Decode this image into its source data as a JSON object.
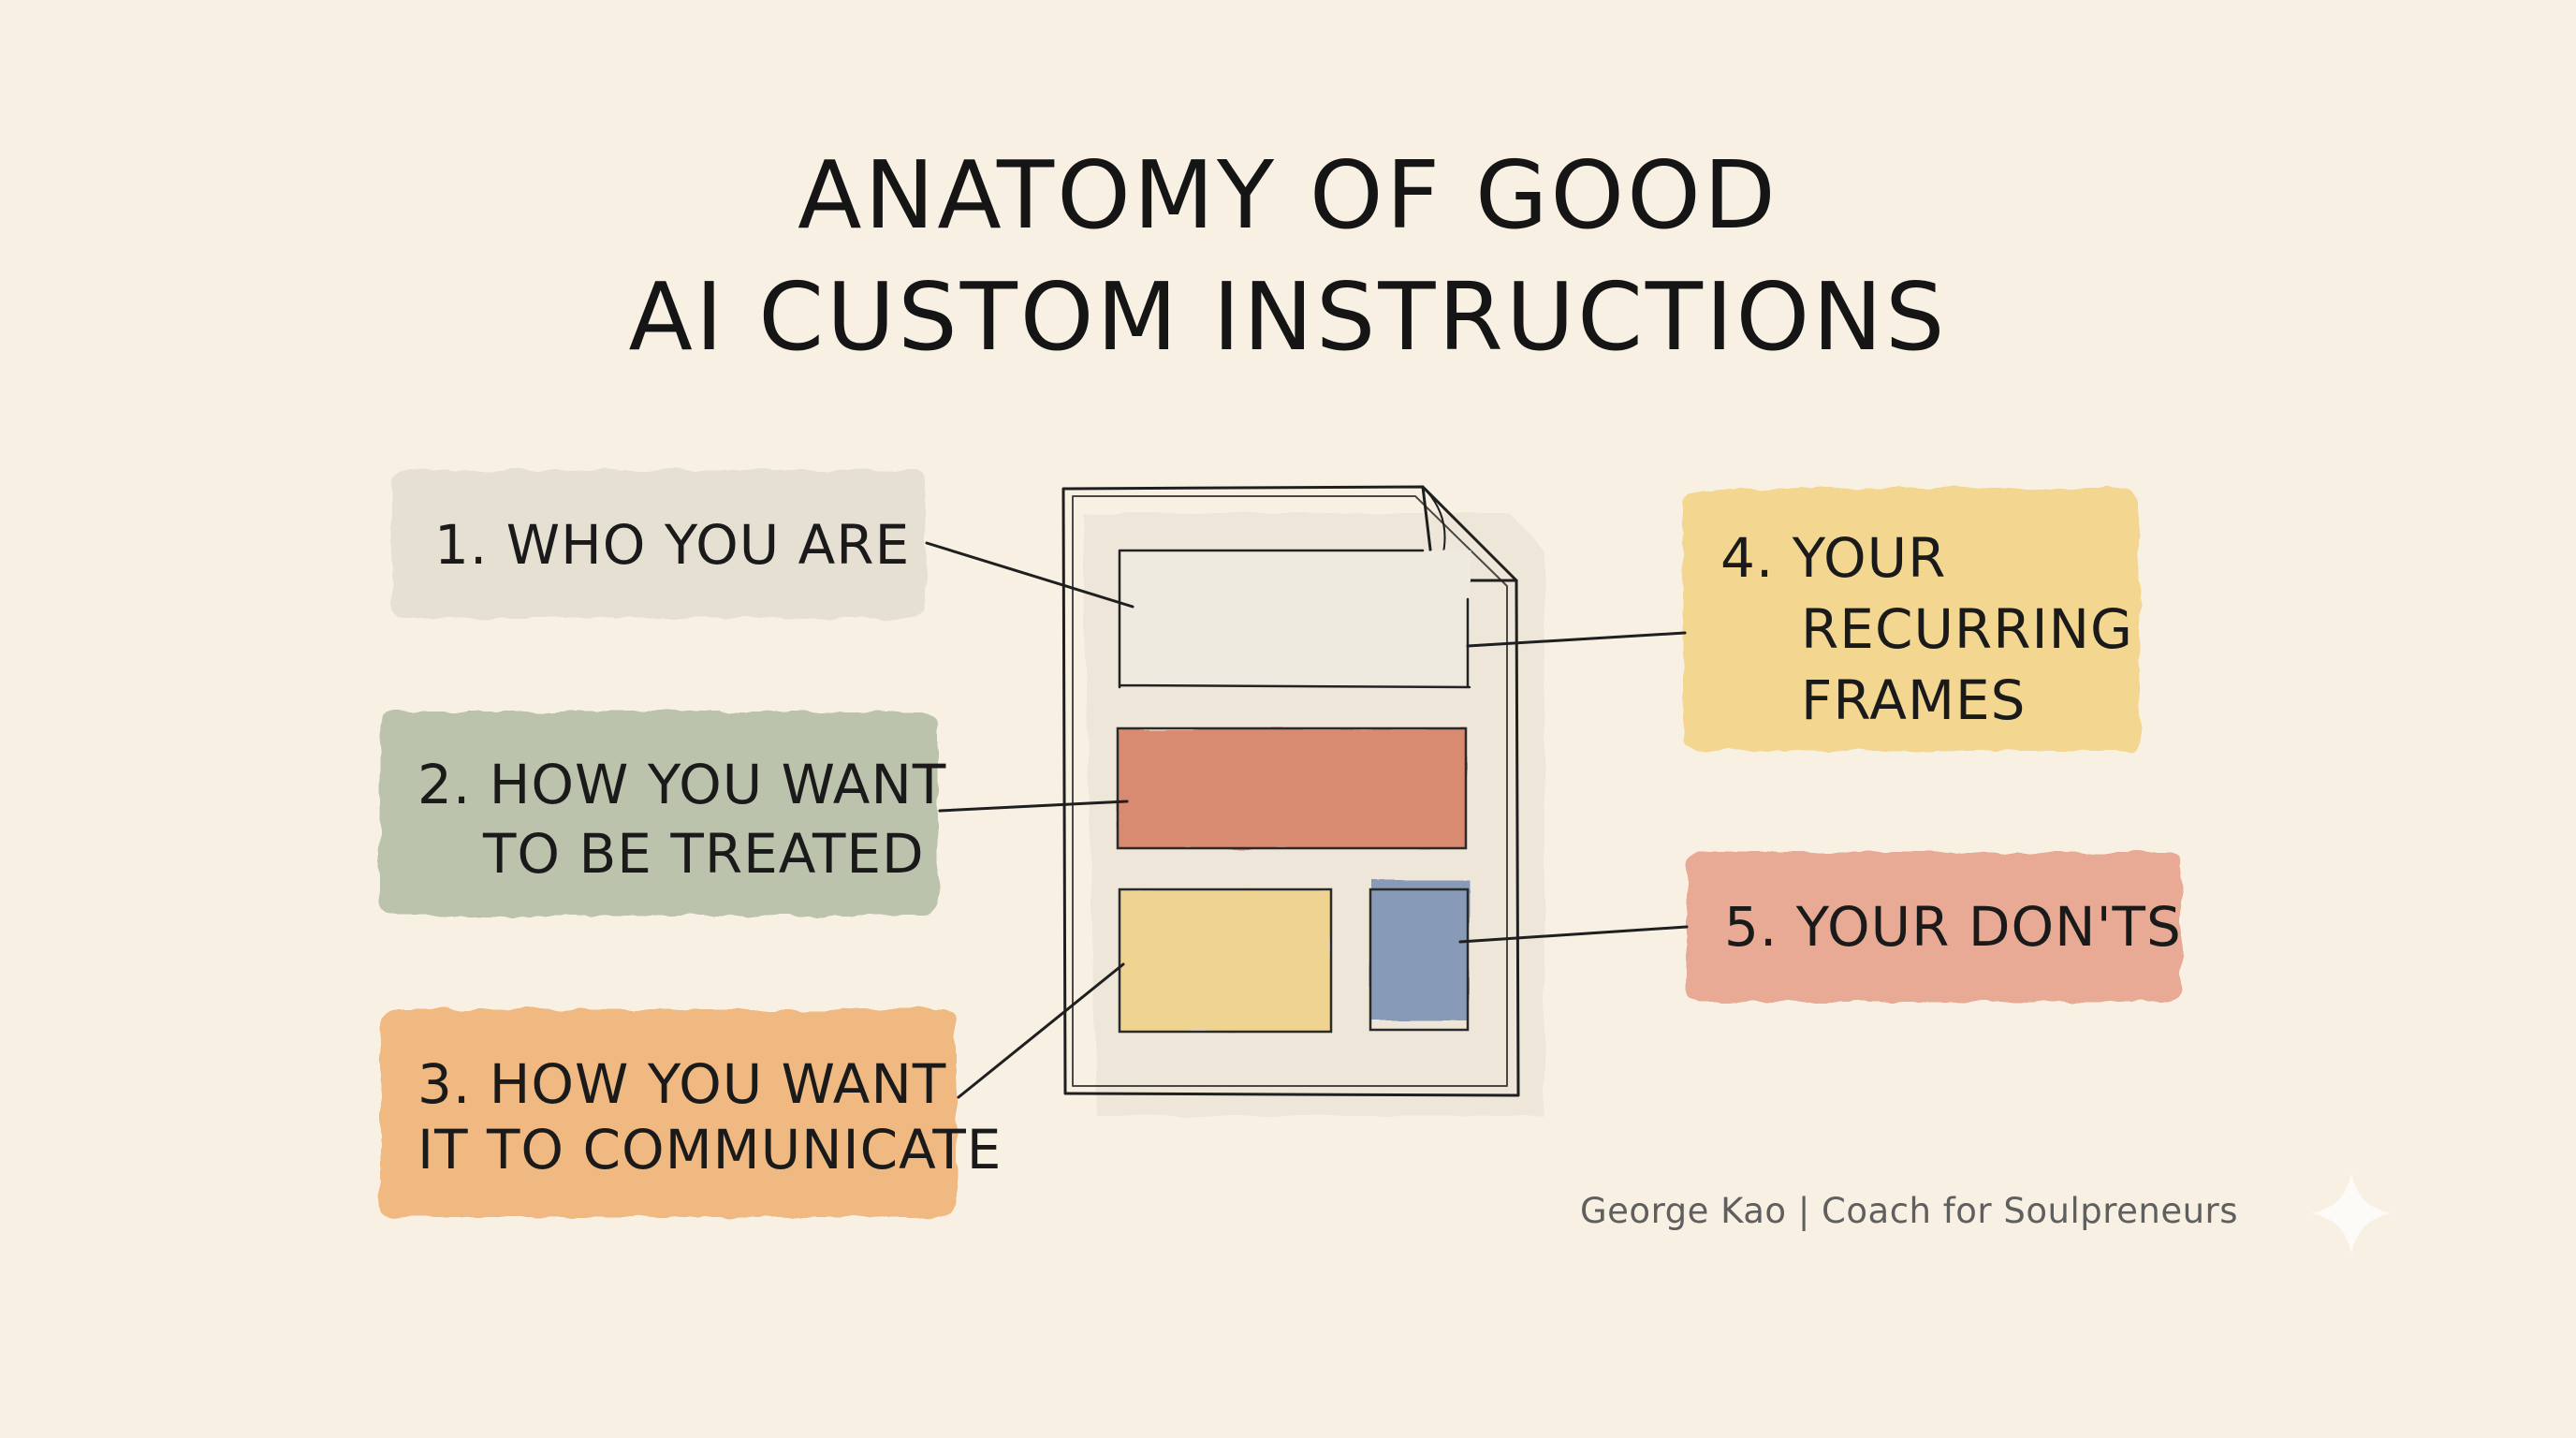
{
  "title": {
    "line1": "ANATOMY OF GOOD",
    "line2": "AI CUSTOM INSTRUCTIONS"
  },
  "labels": [
    {
      "id": 1,
      "line1": "1. WHO YOU ARE",
      "line2": "",
      "color": "#e6e0d3"
    },
    {
      "id": 2,
      "line1": "2. HOW YOU WANT",
      "line2": "TO BE TREATED",
      "color": "#b6bfa8"
    },
    {
      "id": 3,
      "line1": "3. HOW YOU WANT",
      "line2": "IT TO COMMUNICATE",
      "color": "#efb377"
    },
    {
      "id": 4,
      "line1": "4. YOUR",
      "line2": "RECURRING",
      "line3": "FRAMES",
      "color": "#f3d58a"
    },
    {
      "id": 5,
      "line1": "5. YOUR DON'TS",
      "line2": "",
      "color": "#e7a58e"
    }
  ],
  "document": {
    "sections": {
      "header": "#eeeae0",
      "middle": "#d8846a",
      "bottom_left": "#f0d48e",
      "bottom_right": "#7f94b5"
    }
  },
  "credit": "George Kao | Coach for Soulpreneurs",
  "icons": [
    "sparkle-icon"
  ]
}
